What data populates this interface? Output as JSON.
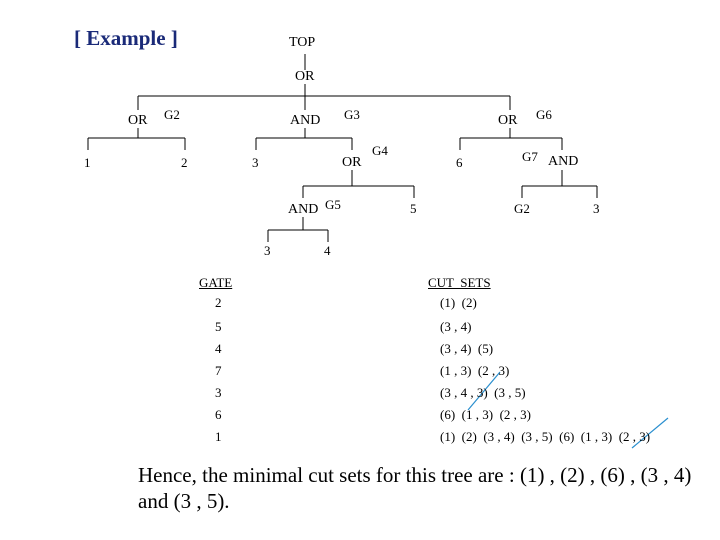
{
  "title": "[ Example ]",
  "tree": {
    "top": "TOP",
    "root_gate": "OR",
    "level1": {
      "left_gate": "OR",
      "left_label": "G2",
      "mid_gate": "AND",
      "mid_label": "G3",
      "right_gate": "OR",
      "right_label": "G6"
    },
    "level2": {
      "e1": "1",
      "e2": "2",
      "e3": "3",
      "g4_gate": "OR",
      "g4_label": "G4",
      "e6": "6",
      "g7_label": "G7",
      "g7_gate": "AND"
    },
    "level3": {
      "g5_gate": "AND",
      "g5_label": "G5",
      "e5": "5",
      "g2_ref": "G2",
      "e3b": "3"
    },
    "level4": {
      "e3c": "3",
      "e4": "4"
    }
  },
  "table": {
    "gate_header": "GATE",
    "gates": [
      "2",
      "5",
      "4",
      "7",
      "3",
      "6",
      "1"
    ],
    "cut_header": "CUT  SETS",
    "cut_sets": [
      "(1)  (2)",
      "(3 , 4)",
      "(3 , 4)  (5)",
      "(1 , 3)  (2 , 3)",
      "(3 , 4 , 3)  (3 , 5)",
      "(6)  (1 , 3)  (2 , 3)",
      "(1)  (2)  (3 , 4)  (3 , 5)  (6)  (1 , 3)  (2 , 3)"
    ]
  },
  "conclusion": "Hence, the minimal cut sets for this tree are : (1) , (2) , (6) , (3 , 4) and (3 , 5).",
  "colors": {
    "title": "#1a2a78",
    "pen_strokes": "#2a8fcf"
  }
}
